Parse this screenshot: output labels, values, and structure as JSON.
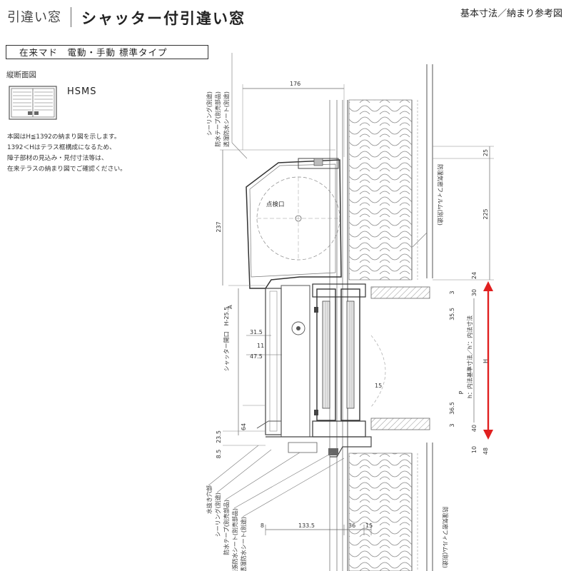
{
  "header": {
    "series": "引違い窓",
    "title": "シャッター付引違い窓",
    "subtitle": "基本寸法／納まり参考図"
  },
  "type_label": "在来マド　電動・手動 標準タイプ",
  "section_label": "縦断面図",
  "model": "HSMS",
  "notes": [
    "本図はH≦1392の納まり図を示します。",
    "1392＜Hはテラス框構成になるため、",
    "障子部材の見込み・見付寸法等は、",
    "在来テラスの納まり図でご確認ください。"
  ],
  "dimensions": {
    "top_width": "176",
    "d25": "25",
    "d225": "225",
    "d237": "237",
    "d24": "24",
    "d30": "30",
    "d3_top": "3",
    "d35_5": "35.5",
    "A": "A",
    "d31_5": "31.5",
    "d11": "11",
    "d47_5": "47.5",
    "shutter_open": "シャッター開口　H-25.5",
    "H": "H",
    "inner_std": "h：内法基準寸法／h'：内法寸法",
    "P": "P",
    "d15": "15",
    "d36_5": "36.5",
    "d3_bot": "3",
    "d40": "40",
    "d64": "64",
    "d23_5": "23.5",
    "d8_5": "8.5",
    "d10": "10",
    "d48": "48",
    "d8": "8",
    "d133_5": "133.5",
    "d36": "36",
    "d15_bot": "15"
  },
  "callouts": {
    "sealing_top": "シーリング(別途)",
    "tape_top": "防水テープ(別売部品)",
    "sheet_top": "透湿防水シート(別途)",
    "inspection": "点検口",
    "film_top": "防湿気密フィルム(別途)",
    "drain": "水抜き穴部",
    "sealing_bot": "シーリング(別途)",
    "tape_bot": "防水テープ(別売部品)",
    "sheet_bot1": "先張防水シート(別売部品)",
    "sheet_bot2": "透湿防水シート(別途)",
    "film_bot": "防湿気密フィルム(別途)"
  },
  "accent_color": "#e02020"
}
